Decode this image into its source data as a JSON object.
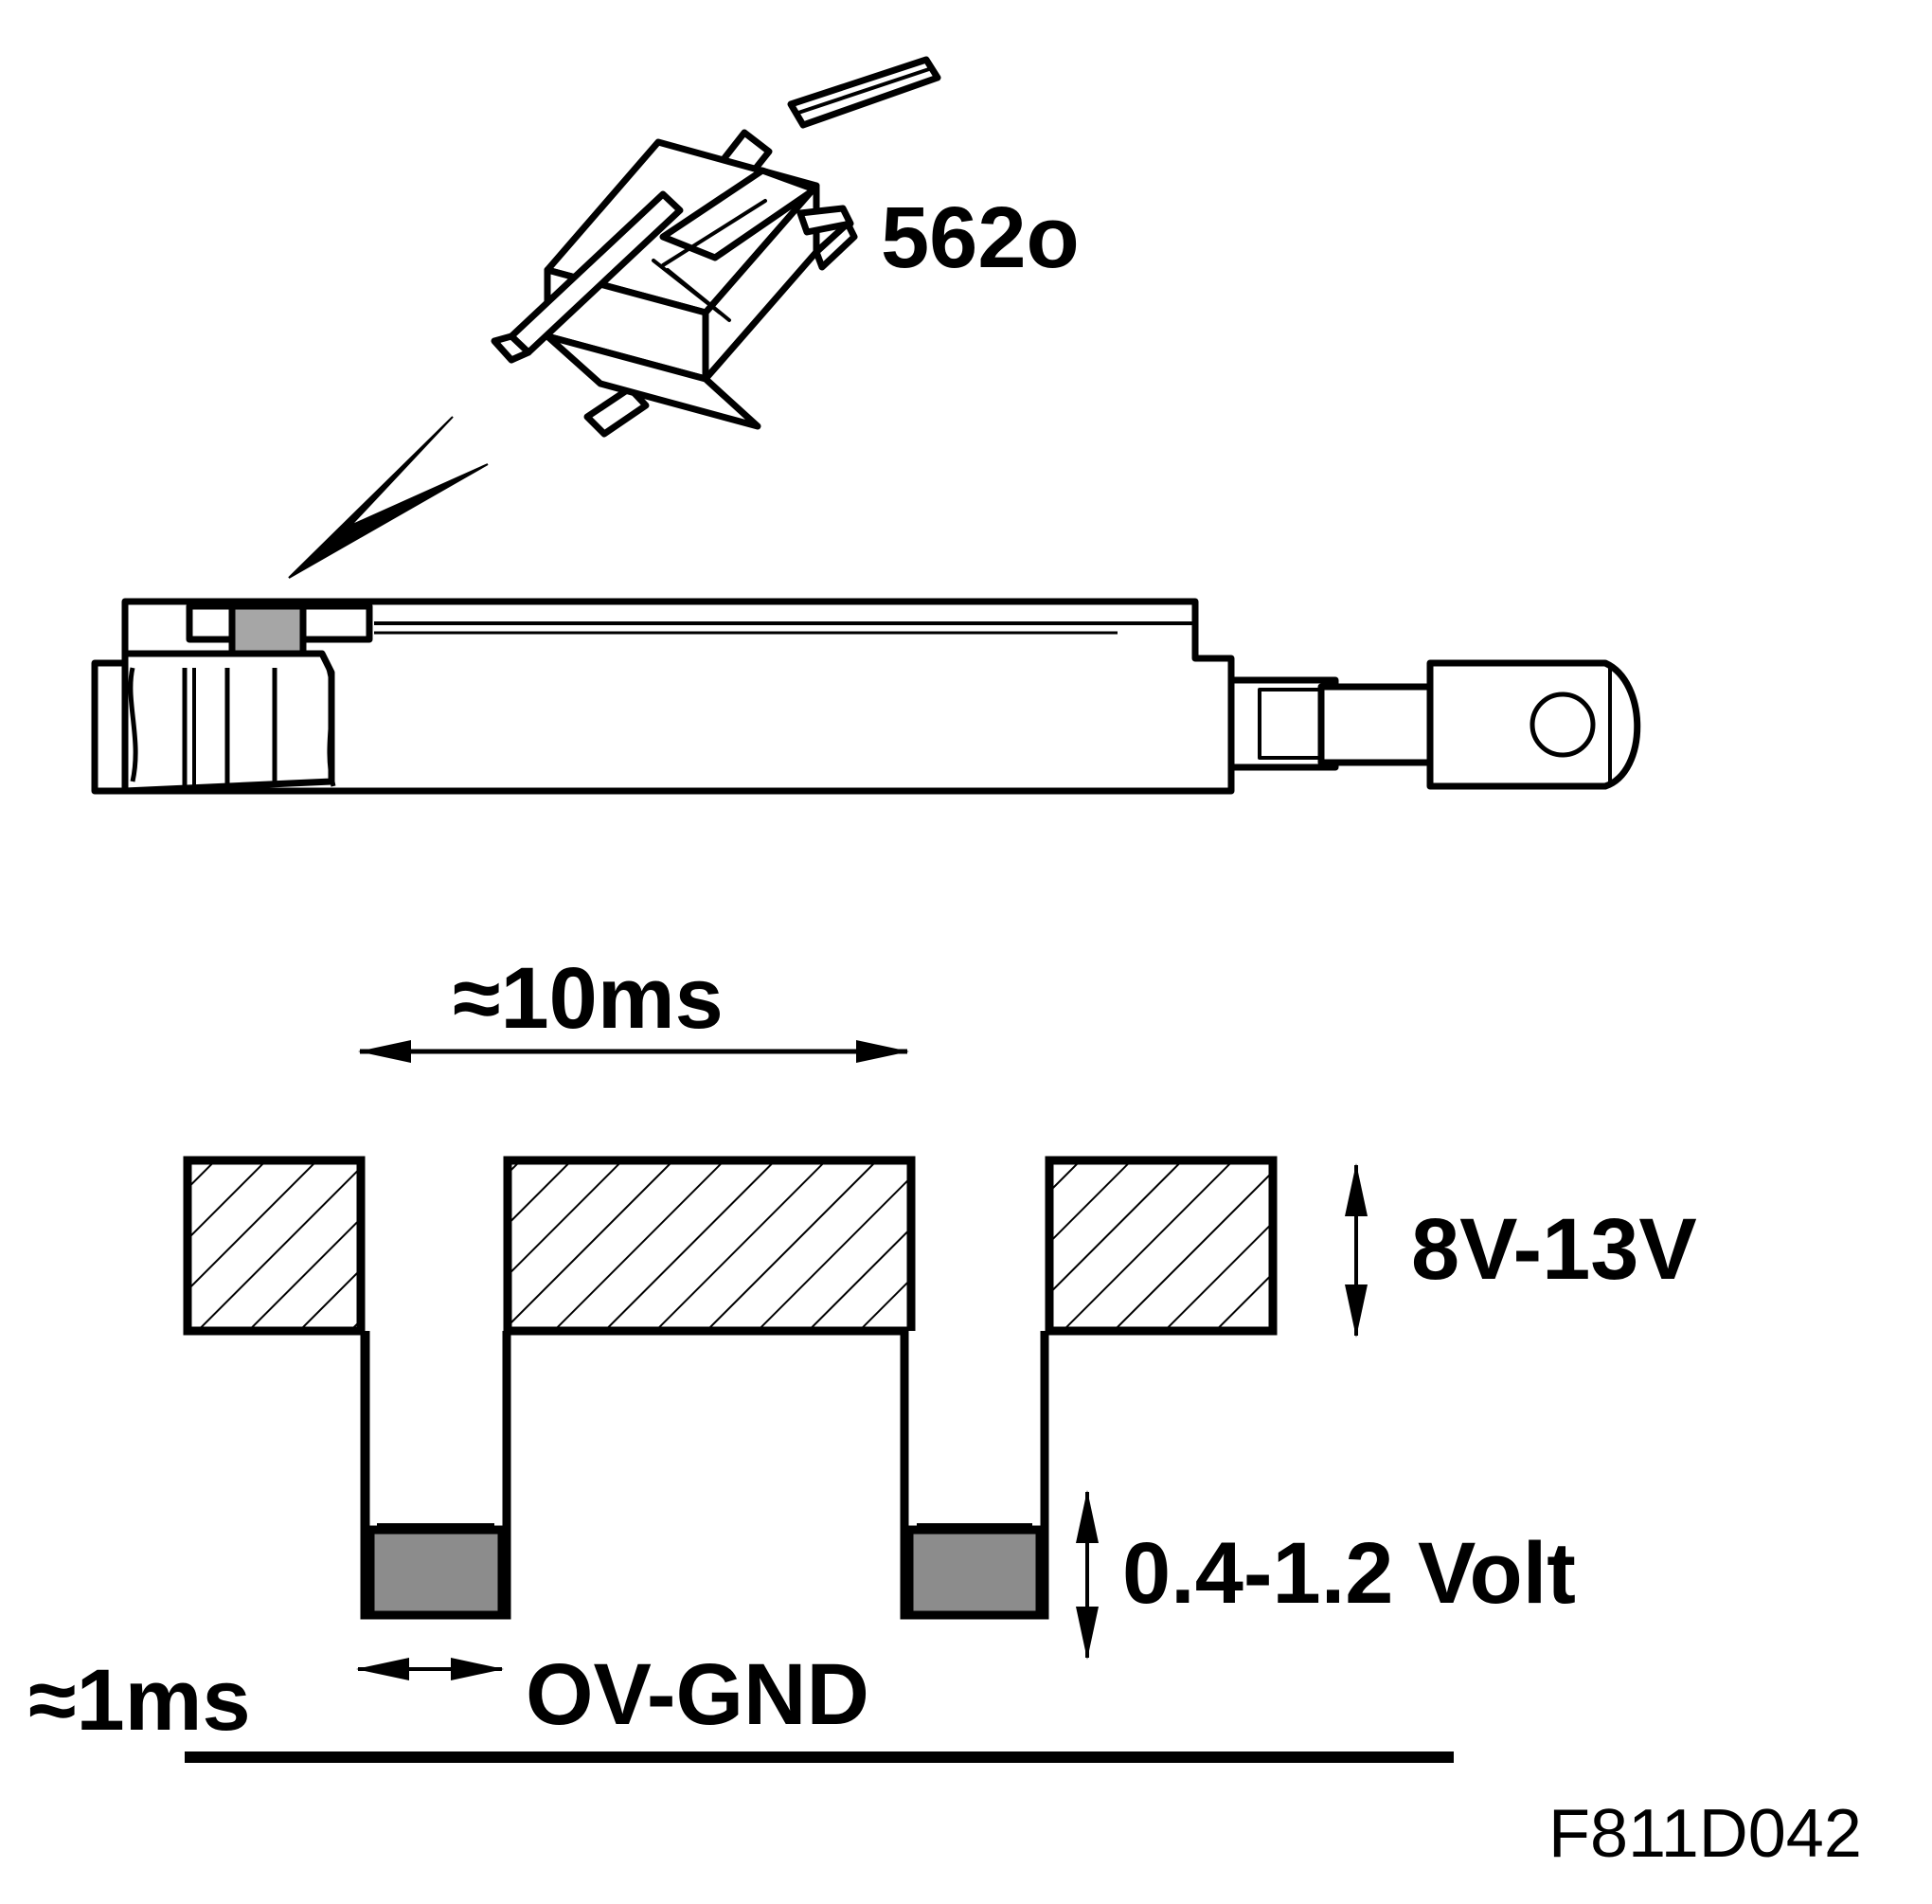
{
  "labels": {
    "part_number": "562o",
    "period": "≈10ms",
    "high_voltage": "8V-13V",
    "low_voltage": "0.4-1.2 Volt",
    "pulse_width": "≈1ms",
    "ground": "OV-GND",
    "figure_id": "F811D042"
  },
  "colors": {
    "line": "#000000",
    "fill_gray": "#8c8c8c",
    "sensor_gray": "#a6a6a6",
    "background": "#ffffff"
  }
}
